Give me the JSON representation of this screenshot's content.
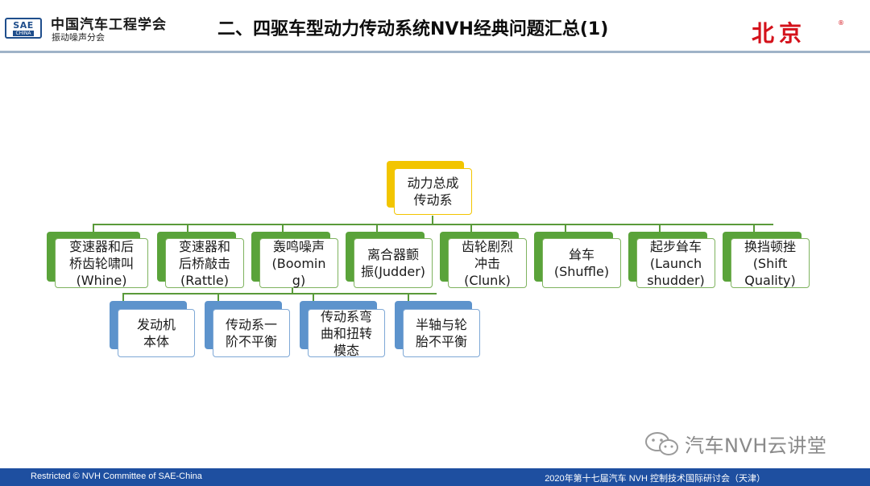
{
  "header": {
    "logo_line1": "SAE",
    "logo_line2": "CHINA",
    "org_name": "中国汽车工程学会",
    "org_sub": "振动噪声分会",
    "title": "二、四驱车型动力传动系统NVH经典问题汇总(1)",
    "brand": "北京",
    "brand_mark": "®"
  },
  "diagram": {
    "root": {
      "line1": "动力总成",
      "line2": "传动系"
    },
    "level1": [
      {
        "line1": "变速器和后",
        "line2": "桥齿轮啸叫",
        "line3": "(Whine)"
      },
      {
        "line1": "变速器和",
        "line2": "后桥敲击",
        "line3": "(Rattle)"
      },
      {
        "line1": "轰鸣噪声",
        "line2": "(Boomin",
        "line3": "g)"
      },
      {
        "line1": "离合器颤",
        "line2": "振(Judder)",
        "line3": ""
      },
      {
        "line1": "齿轮剧烈",
        "line2": "冲击",
        "line3": "(Clunk)"
      },
      {
        "line1": "耸车",
        "line2": "(Shuffle)",
        "line3": ""
      },
      {
        "line1": "起步耸车",
        "line2": "(Launch",
        "line3": "shudder)"
      },
      {
        "line1": "换挡顿挫",
        "line2": "(Shift",
        "line3": "Quality)"
      }
    ],
    "level2": [
      {
        "line1": "发动机",
        "line2": "本体"
      },
      {
        "line1": "传动系一",
        "line2": "阶不平衡"
      },
      {
        "line1": "传动系弯",
        "line2": "曲和扭转",
        "line3": "模态"
      },
      {
        "line1": "半轴与轮",
        "line2": "胎不平衡"
      }
    ]
  },
  "watermark": {
    "icon": "wechat-icon",
    "text": "汽车NVH云讲堂"
  },
  "footer": {
    "left": "Restricted © NVH Committee of SAE-China",
    "right": "2020年第十七届汽车 NVH 控制技术国际研讨会（天津）"
  },
  "colors": {
    "green": "#5aa33a",
    "blue": "#5d93cc",
    "yellow": "#f2c500",
    "footer": "#1e4fa0",
    "brand": "#d4121b"
  }
}
